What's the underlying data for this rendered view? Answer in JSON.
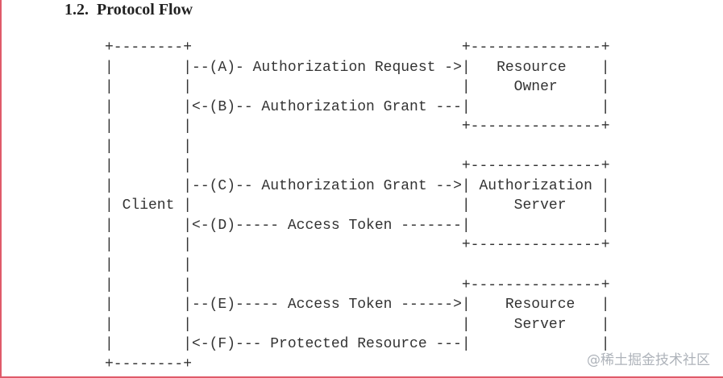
{
  "heading": "1.2.  Protocol Flow",
  "diagram_lines": [
    "+--------+                               +---------------+",
    "|        |--(A)- Authorization Request ->|   Resource    |",
    "|        |                               |     Owner     |",
    "|        |<-(B)-- Authorization Grant ---|               |",
    "|        |                               +---------------+",
    "|        |",
    "|        |                               +---------------+",
    "|        |--(C)-- Authorization Grant -->| Authorization |",
    "| Client |                               |     Server    |",
    "|        |<-(D)----- Access Token -------|               |",
    "|        |                               +---------------+",
    "|        |",
    "|        |                               +---------------+",
    "|        |--(E)----- Access Token ------>|    Resource   |",
    "|        |                               |     Server    |",
    "|        |<-(F)--- Protected Resource ---|               |",
    "+--------+"
  ],
  "watermark": "@稀土掘金技术社区"
}
